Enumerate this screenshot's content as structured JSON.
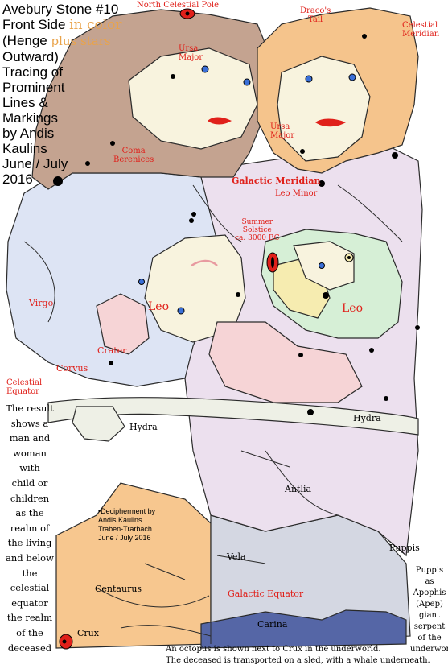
{
  "title": {
    "line_a": "Avebury Stone #10",
    "line_b": "Front Side",
    "in_color": "in color",
    "line_c": "(Henge",
    "plus_stars": "plus stars",
    "line_d": "Outward)",
    "line_e": "Tracing of",
    "line_f": "Prominent",
    "line_g": "Lines &",
    "line_h": "Markings",
    "line_i": "by Andis",
    "line_j": "Kaulins",
    "line_k": "June / July",
    "line_l": "2016"
  },
  "labels": {
    "north_celestial_pole": "North Celestial Pole",
    "dracos_tail_1": "Draco's",
    "dracos_tail_2": "Tail",
    "celestial_meridian_1": "Celestial",
    "celestial_meridian_2": "Meridian",
    "ursa_major_left_1": "Ursa",
    "ursa_major_left_2": "Major",
    "ursa_major_right_1": "Ursa",
    "ursa_major_right_2": "Major",
    "coma_berenices_1": "Coma",
    "coma_berenices_2": "Berenices",
    "galactic_meridian": "Galactic Meridian",
    "leo_minor": "Leo Minor",
    "summer_solstice_1": "Summer",
    "summer_solstice_2": "Solstice",
    "summer_solstice_3": "ca. 3000 BC",
    "leo_left": "Leo",
    "leo_right": "Leo",
    "virgo": "Virgo",
    "crater": "Crater",
    "corvus": "Corvus",
    "celestial_equator_1": "Celestial",
    "celestial_equator_2": "Equator",
    "hydra_left": "Hydra",
    "hydra_right": "Hydra",
    "antlia": "Antlia",
    "puppis_top": "Puppis",
    "vela": "Vela",
    "centaurus": "Centaurus",
    "galactic_equator": "Galactic Equator",
    "carina": "Carina",
    "crux": "Crux"
  },
  "result_text": [
    "The result",
    "shows a",
    "man and",
    "woman",
    "with",
    "child or",
    "children",
    "as the",
    "realm of",
    "the living",
    "and below",
    "the",
    "celestial",
    "equator",
    "the realm",
    "of the",
    "deceased"
  ],
  "decipherment_note": [
    "•Decipherment by",
    "Andis Kaulins",
    "Traben-Trarbach",
    "June / July 2016"
  ],
  "puppis_note": [
    "Puppis",
    "as",
    "Apophis",
    "(Apep)",
    "giant",
    "serpent",
    "of the",
    "underworld."
  ],
  "bottom_note": {
    "line1": "An octopus is shown next to Crux in the underworld.",
    "line2": "The deceased is transported on a sled, with a whale underneath."
  },
  "colors": {
    "brown_hair": "#c4a390",
    "orange_hair": "#f5c48c",
    "lavender_body": "#ece0ee",
    "blue_body": "#dde4f4",
    "pink": "#f6d4d6",
    "green": "#d6efd6",
    "yellow": "#f6ecb0",
    "orange_ground": "#f7c78f",
    "gray_ground": "#d4d7e2",
    "navy": "#5566a6",
    "face": "#f8f3de",
    "red": "#e0201a",
    "line": "#2a2a2a"
  }
}
